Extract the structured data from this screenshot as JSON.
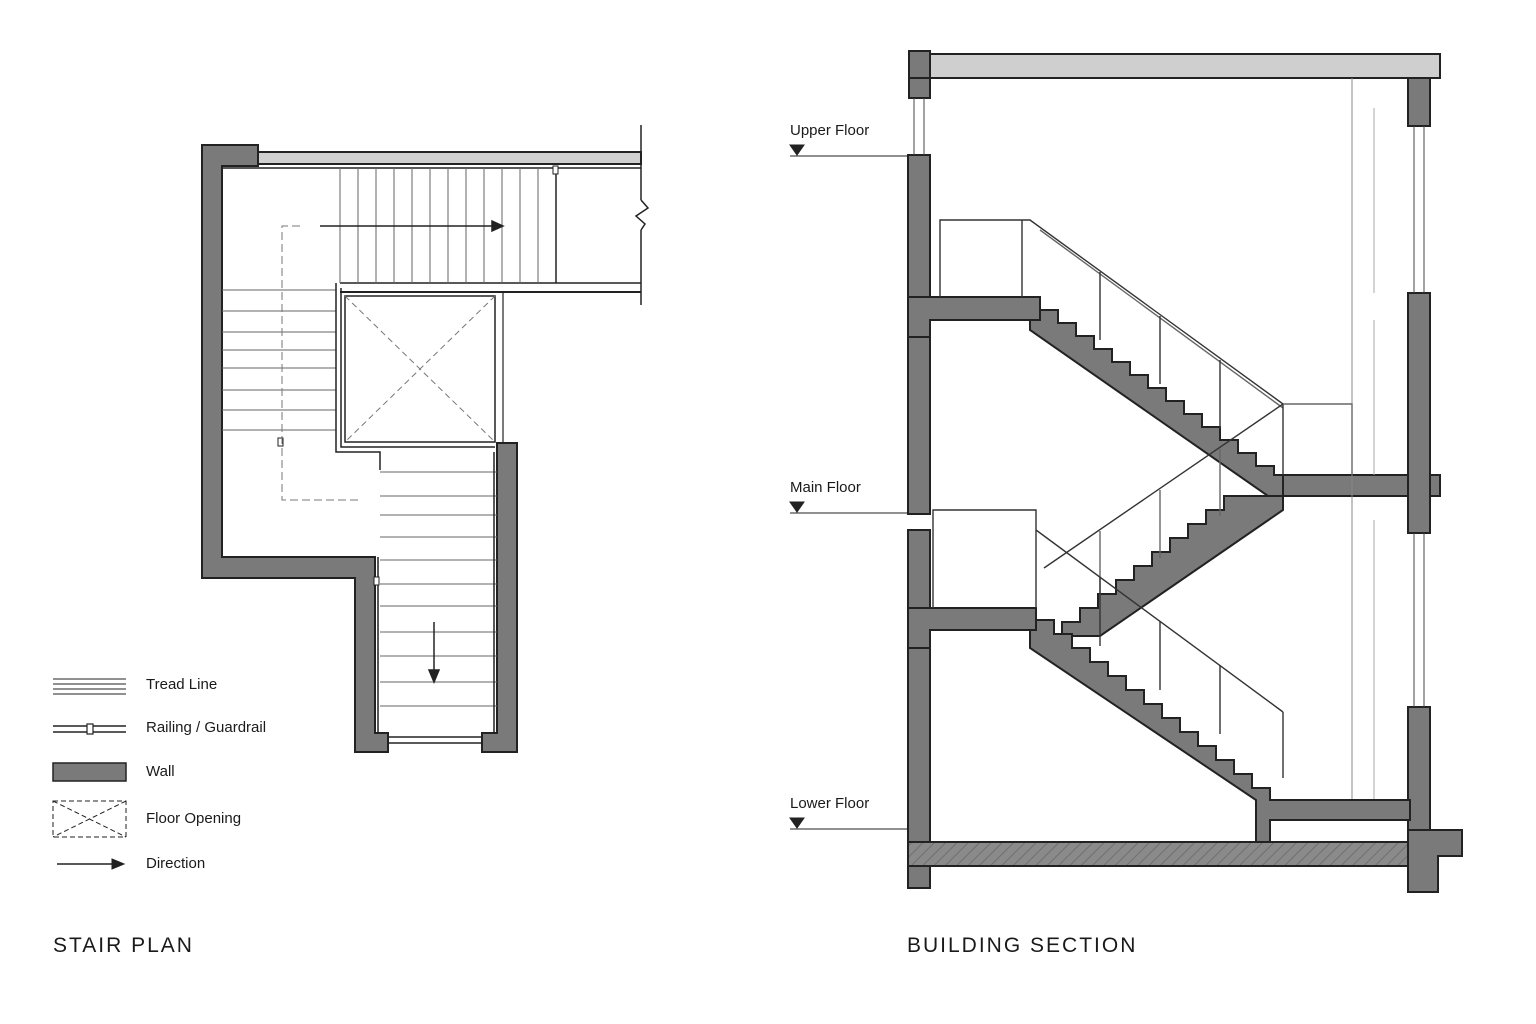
{
  "plan": {
    "title": "STAIR PLAN",
    "legend": [
      {
        "key": "tread",
        "label": "Tread Line"
      },
      {
        "key": "railing",
        "label": "Railing / Guardrail"
      },
      {
        "key": "wall",
        "label": "Wall"
      },
      {
        "key": "opening",
        "label": "Floor Opening"
      },
      {
        "key": "direction",
        "label": "Direction"
      }
    ]
  },
  "section": {
    "title": "BUILDING SECTION",
    "levels": [
      {
        "key": "upper",
        "label": "Upper Floor"
      },
      {
        "key": "main",
        "label": "Main Floor"
      },
      {
        "key": "lower",
        "label": "Lower Floor"
      }
    ]
  },
  "colors": {
    "wall_fill": "#7a7a7a",
    "line": "#222222",
    "thin_line": "#555555",
    "hatch": "#9a9a9a"
  }
}
